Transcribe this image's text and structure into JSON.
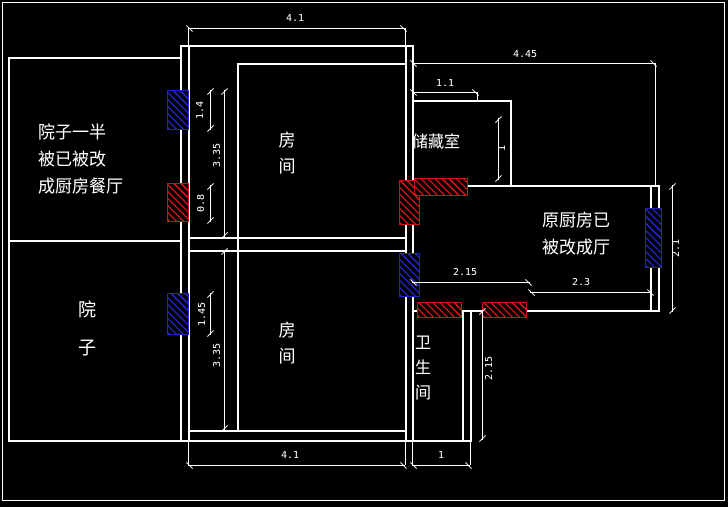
{
  "colors": {
    "background": "#000000",
    "line": "#ffffff",
    "window_blue": "#2323bf",
    "door_red": "#cc1414"
  },
  "rooms": {
    "converted_yard": {
      "lines": [
        "院子一半",
        "被已被改",
        "成厨房餐厅"
      ]
    },
    "bedroom_top": {
      "lines": [
        "房",
        "间"
      ]
    },
    "storage": {
      "lines": [
        "储藏室"
      ]
    },
    "former_kitchen": {
      "lines": [
        "原厨房已",
        "被改成厅"
      ]
    },
    "yard": {
      "lines": [
        "院",
        "子"
      ]
    },
    "bedroom_bottom": {
      "lines": [
        "房",
        "间"
      ]
    },
    "bathroom": {
      "lines": [
        "卫",
        "生",
        "间"
      ]
    }
  },
  "dimensions": {
    "top_width": "4.1",
    "right_top_width": "4.45",
    "storage_top_width": "1.1",
    "left_window_height": "1.4",
    "left_upper_height": "3.35",
    "left_door_height": "0.8",
    "left_lower_window_height": "1.45",
    "left_lower_height": "3.35",
    "storage_height": "1",
    "hall_width_left": "2.15",
    "hall_width_right": "2.3",
    "hall_height": "2.1",
    "bathroom_height": "2.15",
    "bottom_width": "4.1",
    "bathroom_width": "1"
  }
}
